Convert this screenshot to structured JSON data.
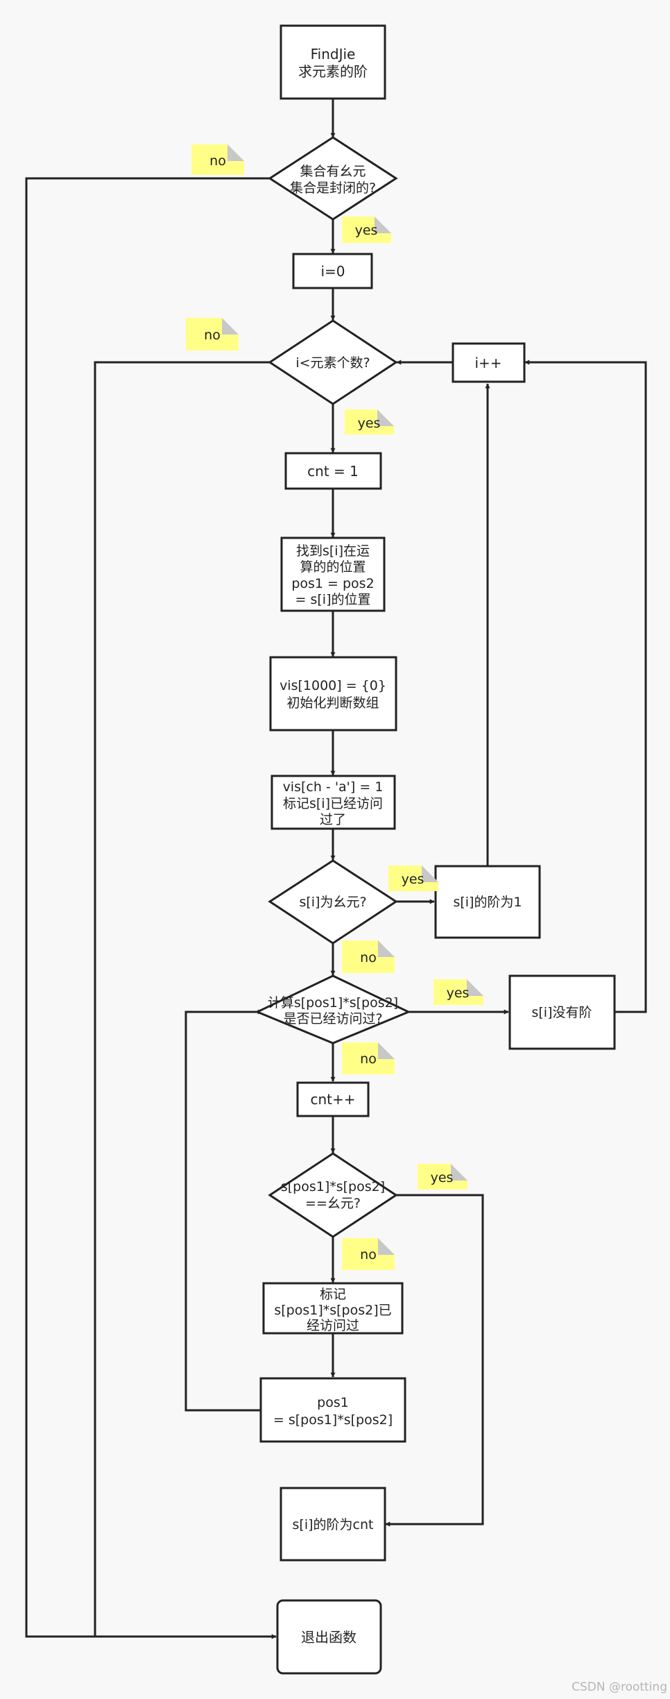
{
  "nodes": {
    "start": [
      "FindJie",
      "求元素的阶"
    ],
    "closed_check": [
      "集合有幺元",
      "集合是封闭的?"
    ],
    "init_i": [
      "i=0"
    ],
    "loop_check": [
      "i<元素个数?"
    ],
    "inc_i": [
      "i++"
    ],
    "cnt_init": [
      "cnt = 1"
    ],
    "find_pos": [
      "找到s[i]在运",
      "算的的位置",
      "pos1 = pos2",
      "= s[i]的位置"
    ],
    "vis_init": [
      "vis[1000] = {0}",
      "初始化判断数组"
    ],
    "mark_vis": [
      "vis[ch - 'a'] = 1",
      "标记s[i]已经访问",
      "过了"
    ],
    "is_identity": [
      "s[i]为幺元?"
    ],
    "order_one": [
      "s[i]的阶为1"
    ],
    "visited_check": [
      "计算s[pos1]*s[pos2]",
      "是否已经访问过?"
    ],
    "no_order": [
      "s[i]没有阶"
    ],
    "cnt_inc": [
      "cnt++"
    ],
    "eq_identity": [
      "s[pos1]*s[pos2]",
      "==幺元?"
    ],
    "mark_prod": [
      "标记",
      "s[pos1]*s[pos2]已",
      "经访问过"
    ],
    "update_pos": [
      "pos1",
      "= s[pos1]*s[pos2]"
    ],
    "order_cnt": [
      "s[i]的阶为cnt"
    ],
    "exit": [
      "退出函数"
    ]
  },
  "labels": {
    "no": "no",
    "yes": "yes"
  },
  "watermark": "CSDN @rootting",
  "colors": {
    "background": "#f8f8f8",
    "note": "#ffff88",
    "stroke": "#222222"
  }
}
